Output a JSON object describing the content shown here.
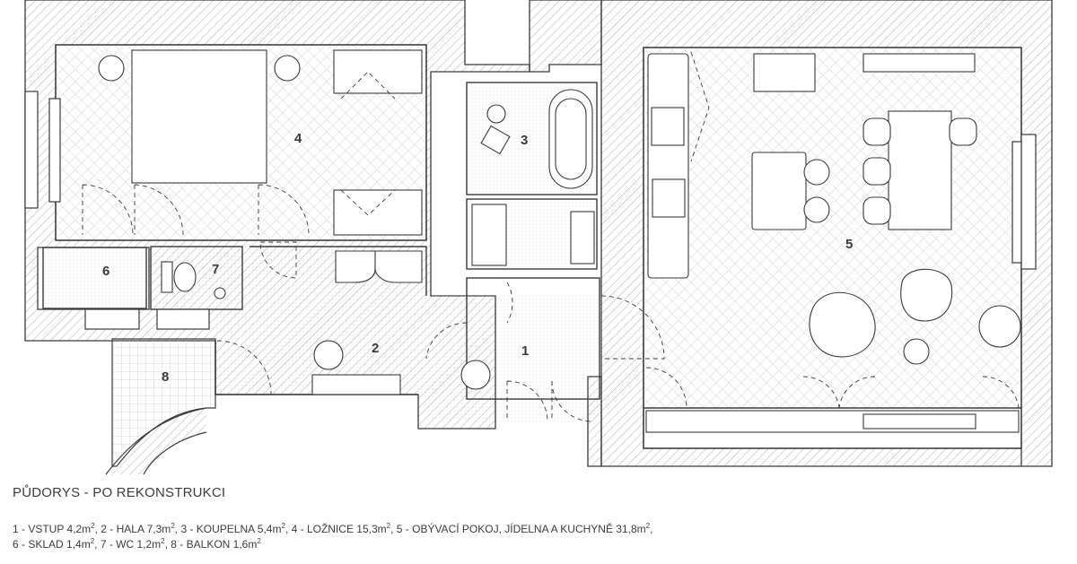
{
  "plan": {
    "room_numbers": [
      "1",
      "2",
      "3",
      "4",
      "5",
      "6",
      "7",
      "8"
    ]
  },
  "caption": "PŮDORYS - PO REKONSTRUKCI",
  "legend": {
    "line1": [
      {
        "text": "1 - VSTUP 4,2m",
        "sup": "2",
        "sep": ", "
      },
      {
        "text": "2 - HALA 7,3m",
        "sup": "2",
        "sep": ", "
      },
      {
        "text": "3 - KOUPELNA 5,4m",
        "sup": "2",
        "sep": ", "
      },
      {
        "text": "4 - LOŽNICE 15,3m",
        "sup": "2",
        "sep": ", "
      },
      {
        "text": "5 - OBÝVACÍ POKOJ, JÍDELNA A KUCHYNĚ 31,8m",
        "sup": "2",
        "sep": ","
      }
    ],
    "line2": [
      {
        "text": "6 - SKLAD 1,4m",
        "sup": "2",
        "sep": ", "
      },
      {
        "text": "7 - WC 1,2m",
        "sup": "2",
        "sep": ", "
      },
      {
        "text": "8 - BALKON 1,6m",
        "sup": "2",
        "sep": ""
      }
    ]
  }
}
